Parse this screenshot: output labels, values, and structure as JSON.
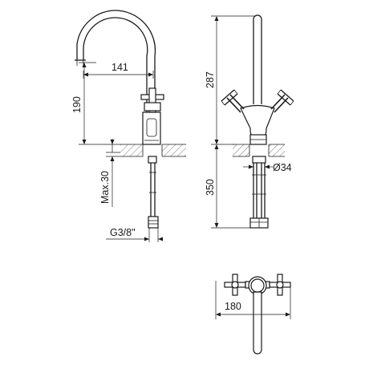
{
  "dimensions": {
    "spout_reach": "141",
    "spout_height": "190",
    "max_counter_thickness": "Max.30",
    "connection_thread": "G3/8\"",
    "total_height": "287",
    "hose_length": "350",
    "shank_diameter": "Ø34",
    "handle_span": "180"
  }
}
